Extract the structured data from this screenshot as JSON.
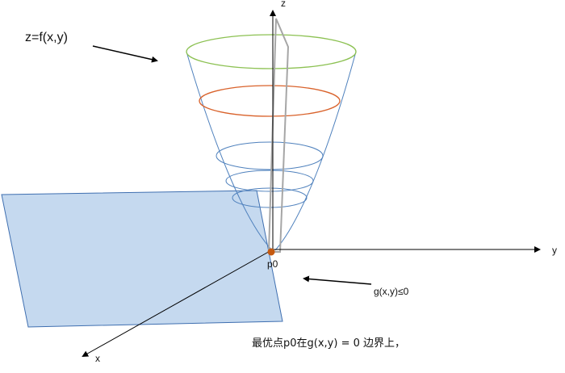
{
  "labels": {
    "function": "z=f(x,y)",
    "axis_z": "z",
    "axis_y": "y",
    "axis_x": "x",
    "point": "p0",
    "constraint": "g(x,y)≤0",
    "caption": "最优点p0在g(x,y) = 0 边界上，"
  },
  "colors": {
    "plane_fill": "#c5d9ef",
    "plane_stroke": "#3f6fb0",
    "paraboloid": "#4f81bd",
    "ring_top": "#8cc152",
    "ring_orange": "#d9622b",
    "ring_blue": "#4f81bd",
    "gray_plane": "#a6a6a6",
    "point": "#c55a11",
    "axis": "#000000"
  }
}
